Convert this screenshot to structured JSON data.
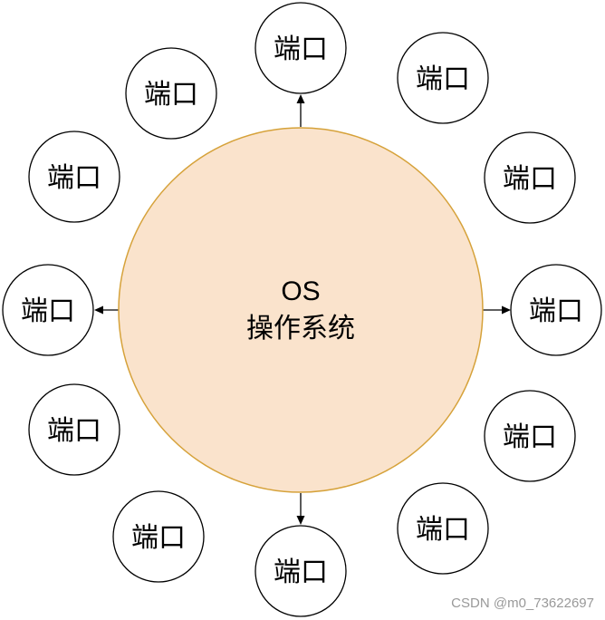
{
  "os": {
    "title": "OS",
    "subtitle": "操作系统"
  },
  "ports": [
    {
      "label": "端口"
    },
    {
      "label": "端口"
    },
    {
      "label": "端口"
    },
    {
      "label": "端口"
    },
    {
      "label": "端口"
    },
    {
      "label": "端口"
    },
    {
      "label": "端口"
    },
    {
      "label": "端口"
    },
    {
      "label": "端口"
    },
    {
      "label": "端口"
    },
    {
      "label": "端口"
    },
    {
      "label": "端口"
    }
  ],
  "colors": {
    "os_fill": "#fae3cc",
    "os_stroke": "#d6a23a",
    "port_stroke": "#000000"
  },
  "watermark": "CSDN @m0_73622697"
}
